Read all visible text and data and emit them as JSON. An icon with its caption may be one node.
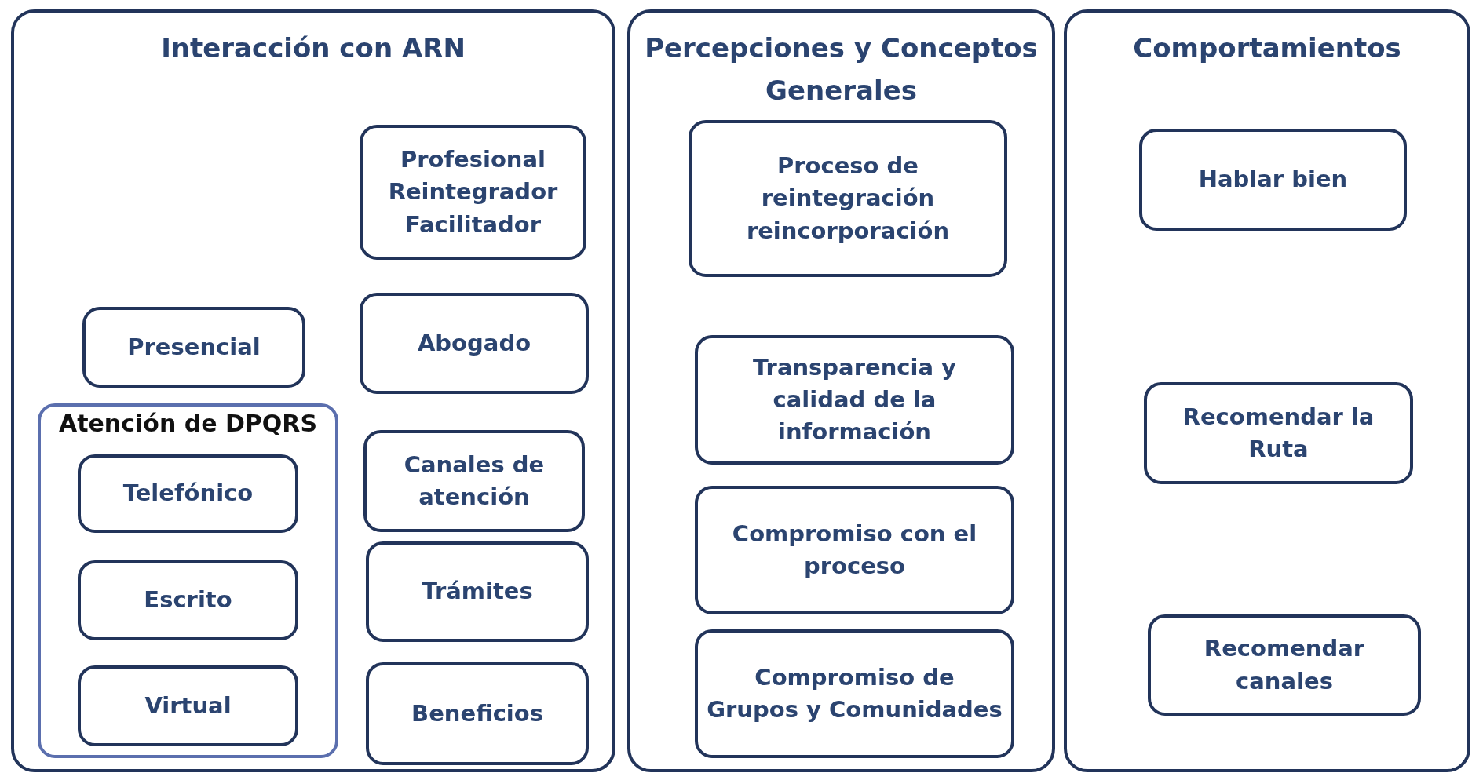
{
  "diagram": {
    "nodes": [
      {
        "text": [
          "Interacción con ARN"
        ]
      },
      {
        "text": [
          "Profesional Reintegrador Facilitador"
        ],
        "in": 0
      },
      {
        "text": [
          "Presencial"
        ],
        "in": 0
      },
      {
        "text": [
          "Abogado"
        ],
        "in": 0
      },
      {
        "text": [
          "Atención de DPQRS"
        ],
        "in": 0
      },
      {
        "text": [
          "Telefónico"
        ],
        "in": 4
      },
      {
        "text": [
          "Canales de atención"
        ],
        "in": 0
      },
      {
        "text": [
          "Escrito"
        ],
        "in": 4
      },
      {
        "text": [
          "Trámites"
        ],
        "in": 0
      },
      {
        "text": [
          "Virtual"
        ],
        "in": 4
      },
      {
        "text": [
          "Beneficios"
        ],
        "in": 0
      },
      {
        "text": [
          "Percepciones y Conceptos Generales"
        ]
      },
      {
        "text": [
          "Proceso de reintegración reincorporación"
        ],
        "in": 11
      },
      {
        "text": [
          "Transparencia y calidad de la información"
        ],
        "in": 11
      },
      {
        "text": [
          "Compromiso con el proceso"
        ],
        "in": 11
      },
      {
        "text": [
          "Compromiso de Grupos y Comunidades"
        ],
        "in": 11
      },
      {
        "text": [
          "Comportamientos"
        ]
      },
      {
        "text": [
          "Hablar bien"
        ],
        "in": 16
      },
      {
        "text": [
          "Recomendar la Ruta"
        ],
        "in": 16
      },
      {
        "text": [
          "Recomendar canales"
        ],
        "in": 16
      }
    ]
  }
}
